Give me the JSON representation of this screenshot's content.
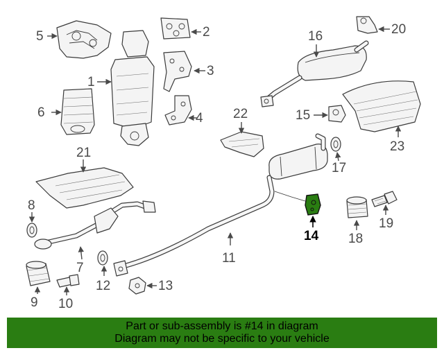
{
  "diagram": {
    "highlight_color": "#2a7d12",
    "callouts": {
      "c1": "1",
      "c2": "2",
      "c3": "3",
      "c4": "4",
      "c5": "5",
      "c6": "6",
      "c7": "7",
      "c8": "8",
      "c9": "9",
      "c10": "10",
      "c11": "11",
      "c12": "12",
      "c13": "13",
      "c14": "14",
      "c15": "15",
      "c16": "16",
      "c17": "17",
      "c18": "18",
      "c19": "19",
      "c20": "20",
      "c21": "21",
      "c22": "22",
      "c23": "23"
    },
    "highlighted_part": "14"
  },
  "banner": {
    "line1": "Part or sub-assembly is #14 in diagram",
    "line2": "Diagram may not be specific to your vehicle",
    "background": "#2a7d12"
  }
}
